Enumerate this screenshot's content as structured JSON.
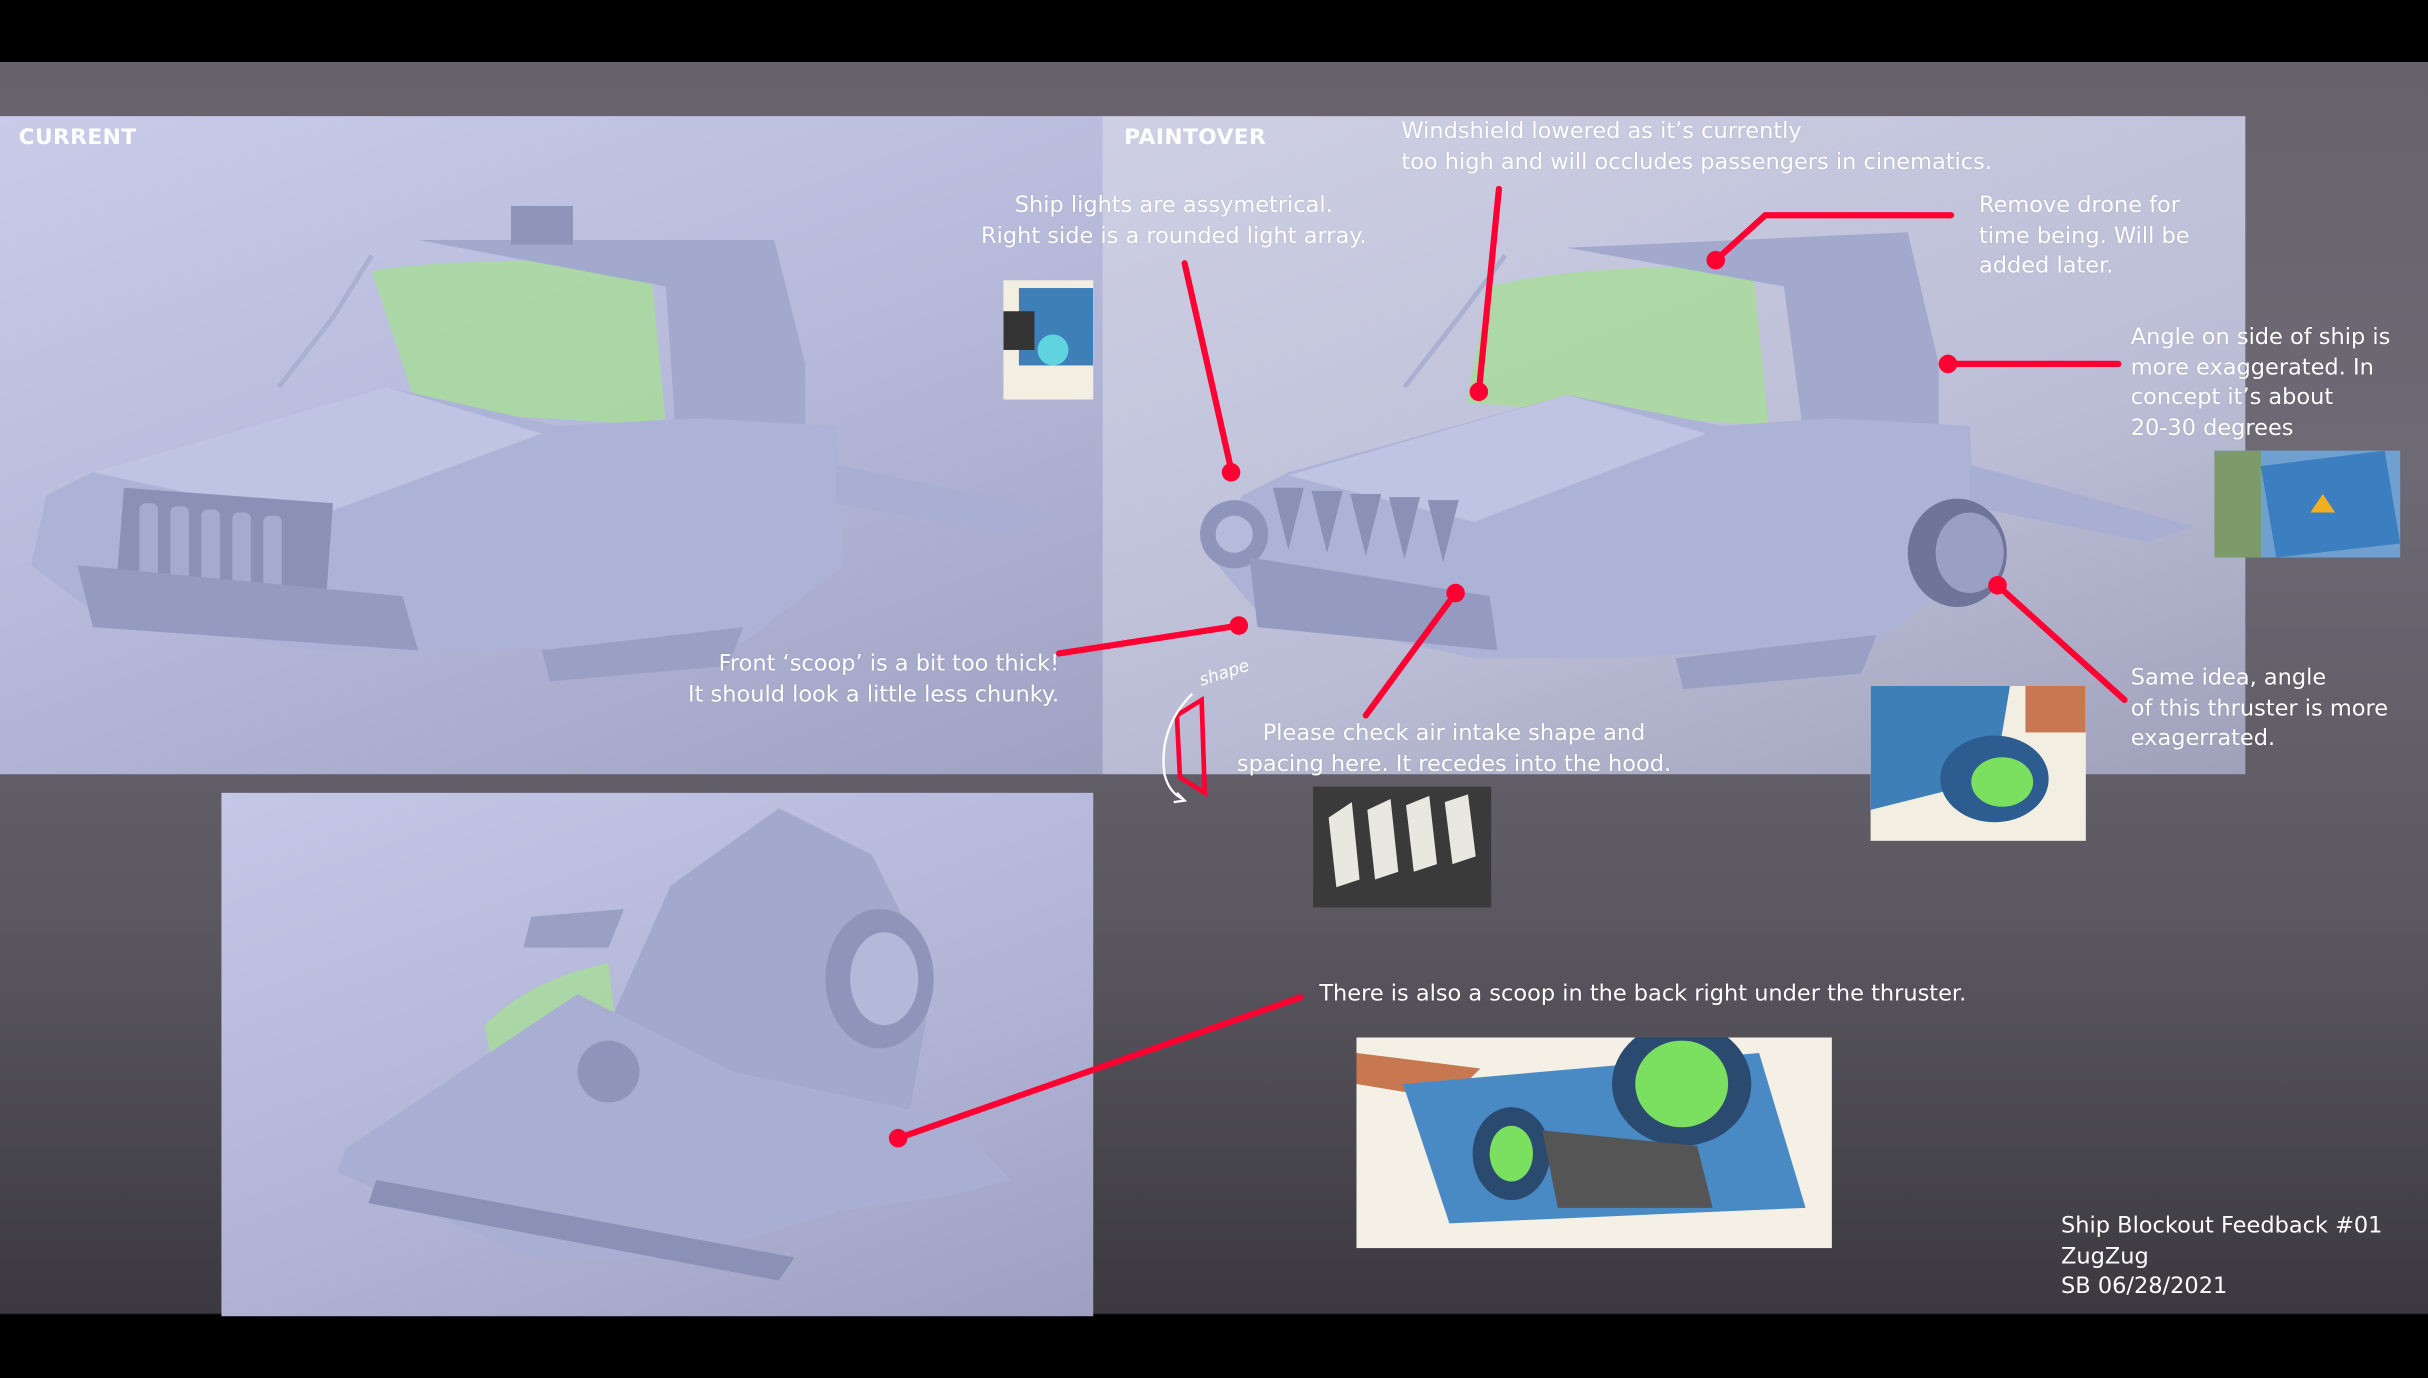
{
  "panels": {
    "current_label": "CURRENT",
    "paintover_label": "PAINTOVER"
  },
  "annotations": {
    "ship_lights": [
      "Ship lights are assymetrical.",
      "Right side is a rounded light array."
    ],
    "windshield": [
      "Windshield lowered as it’s currently",
      "too high and will occludes passengers in cinematics."
    ],
    "drone": [
      "Remove drone for",
      "time being. Will be",
      "added later."
    ],
    "angle_side": [
      "Angle on side of ship is",
      "more exaggerated. In",
      "concept it’s about",
      "20-30 degrees"
    ],
    "front_scoop": [
      "Front ‘scoop’ is a bit too thick!",
      "It should look a little less chunky."
    ],
    "air_intake": [
      "Please check air intake shape and",
      "spacing here. It recedes into the hood."
    ],
    "thruster": [
      "Same idea, angle",
      "of this thruster is more",
      "exagerrated."
    ],
    "back_scoop": [
      "There is also a scoop in the back right under the thruster."
    ],
    "shape_sketch": "shape"
  },
  "footer": {
    "title": "Ship Blockout Feedback #01",
    "project": "ZugZug",
    "author_date": "SB 06/28/2021"
  },
  "colors": {
    "callout": "#ff0033",
    "model": "#a9afd2",
    "glass": "#a8e09a"
  }
}
